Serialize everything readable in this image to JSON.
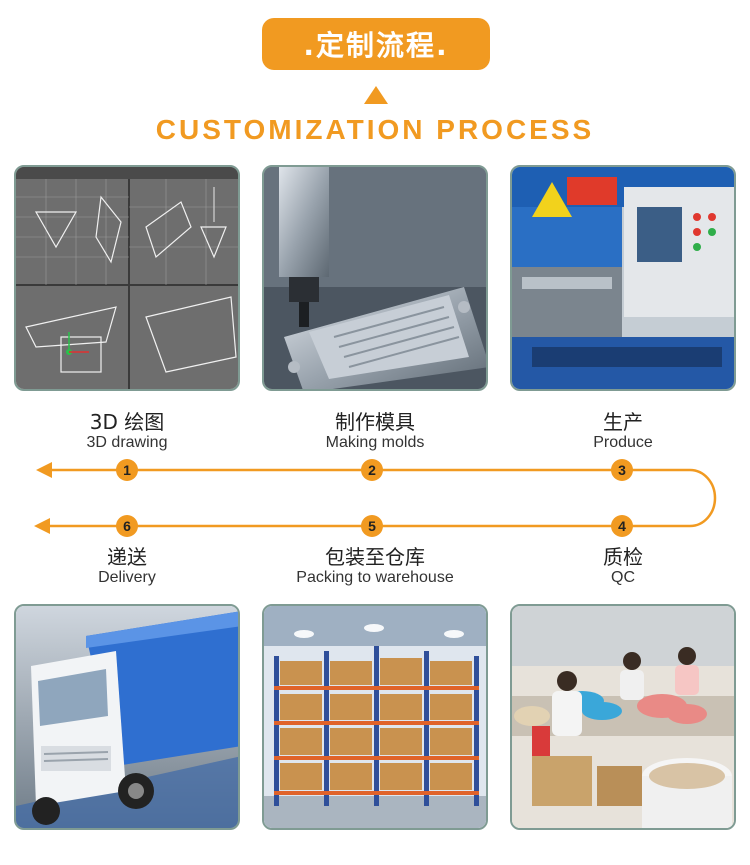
{
  "header": {
    "title": ".定制流程.",
    "subtitle": "CUSTOMIZATION PROCESS"
  },
  "colors": {
    "accent": "#f19a21",
    "photo_border": "#7f9b93"
  },
  "steps": [
    {
      "number": "1",
      "label_cn": "3D 绘图",
      "label_en": "3D drawing",
      "image": "cad-3d-drawing-screenshot"
    },
    {
      "number": "2",
      "label_cn": "制作模具",
      "label_en": "Making molds",
      "image": "cnc-mold-machining"
    },
    {
      "number": "3",
      "label_cn": "生产",
      "label_en": "Produce",
      "image": "production-press-machine"
    },
    {
      "number": "4",
      "label_cn": "质检",
      "label_en": "QC",
      "image": "qc-workers-inspecting"
    },
    {
      "number": "5",
      "label_cn": "包装至仓库",
      "label_en": "Packing to warehouse",
      "image": "warehouse-shelves-boxes"
    },
    {
      "number": "6",
      "label_cn": "递送",
      "label_en": "Delivery",
      "image": "delivery-truck"
    }
  ]
}
